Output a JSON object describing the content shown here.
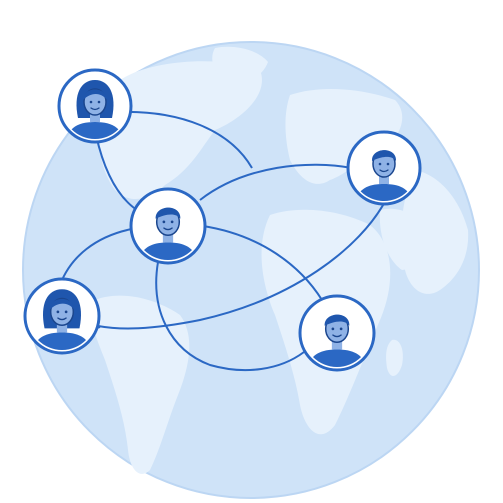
{
  "colors": {
    "globe": "#cfe3f8",
    "globe_edge": "#bcd6f3",
    "land": "#e6f1fc",
    "line": "#2b68c4",
    "avatar_ring": "#2b68c4",
    "avatar_bg": "#ffffff",
    "skin": "#8fb2e6",
    "hair": "#1f56ad",
    "shirt": "#2b68c4",
    "face_line": "#1b468e"
  },
  "people": [
    {
      "id": "person-top-left",
      "gender": "female",
      "icon": "woman-avatar-icon"
    },
    {
      "id": "person-top-right",
      "gender": "male",
      "icon": "man-avatar-icon"
    },
    {
      "id": "person-center",
      "gender": "male",
      "icon": "man-avatar-icon"
    },
    {
      "id": "person-left",
      "gender": "female",
      "icon": "woman-avatar-icon"
    },
    {
      "id": "person-bottom-right",
      "gender": "male",
      "icon": "man-avatar-icon"
    }
  ]
}
